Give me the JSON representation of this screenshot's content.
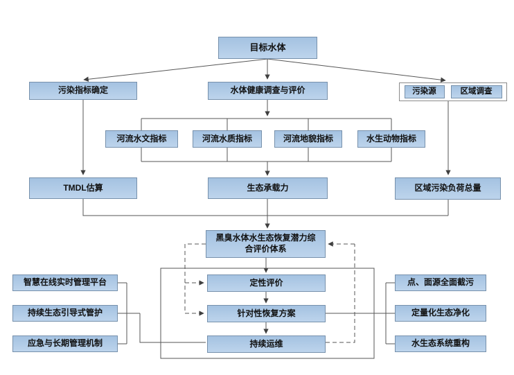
{
  "diagram": {
    "nodes": {
      "target": {
        "label": "目标水体"
      },
      "pollution_indicator": {
        "label": "污染指标确定"
      },
      "health_survey": {
        "label": "水体健康调查与评价"
      },
      "pollution_source": {
        "label": "污染源"
      },
      "regional_survey": {
        "label": "区域调查"
      },
      "hydrology": {
        "label": "河流水文指标"
      },
      "water_quality": {
        "label": "河流水质指标"
      },
      "geomorphology": {
        "label": "河流地貌指标"
      },
      "aquatic_fauna": {
        "label": "水生动物指标"
      },
      "tmdl": {
        "label": "TMDL估算"
      },
      "eco_capacity": {
        "label": "生态承载力"
      },
      "regional_load": {
        "label": "区域污染负荷总量"
      },
      "assessment": {
        "label": "黑臭水体水生态恢复潜力综合评价体系"
      },
      "qualitative": {
        "label": "定性评价"
      },
      "targeted_plan": {
        "label": "针对性恢复方案"
      },
      "continuous_ops": {
        "label": "持续运维"
      },
      "smart_platform": {
        "label": "智慧在线实时管理平台"
      },
      "eco_guided_care": {
        "label": "持续生态引导式管护"
      },
      "emergency_mgmt": {
        "label": "应急与长期管理机制"
      },
      "source_interception": {
        "label": "点、面源全面截污"
      },
      "eco_purification": {
        "label": "定量化生态净化"
      },
      "ecosystem_rebuild": {
        "label": "水生态系统重构"
      }
    },
    "colors": {
      "node_fill": "#a4c2e1",
      "node_fill_light": "#bdd4ec",
      "node_border": "#7690ab",
      "line": "#555555",
      "container_border": "#8a8a8a",
      "text": "#111111",
      "background": "#ffffff"
    }
  }
}
